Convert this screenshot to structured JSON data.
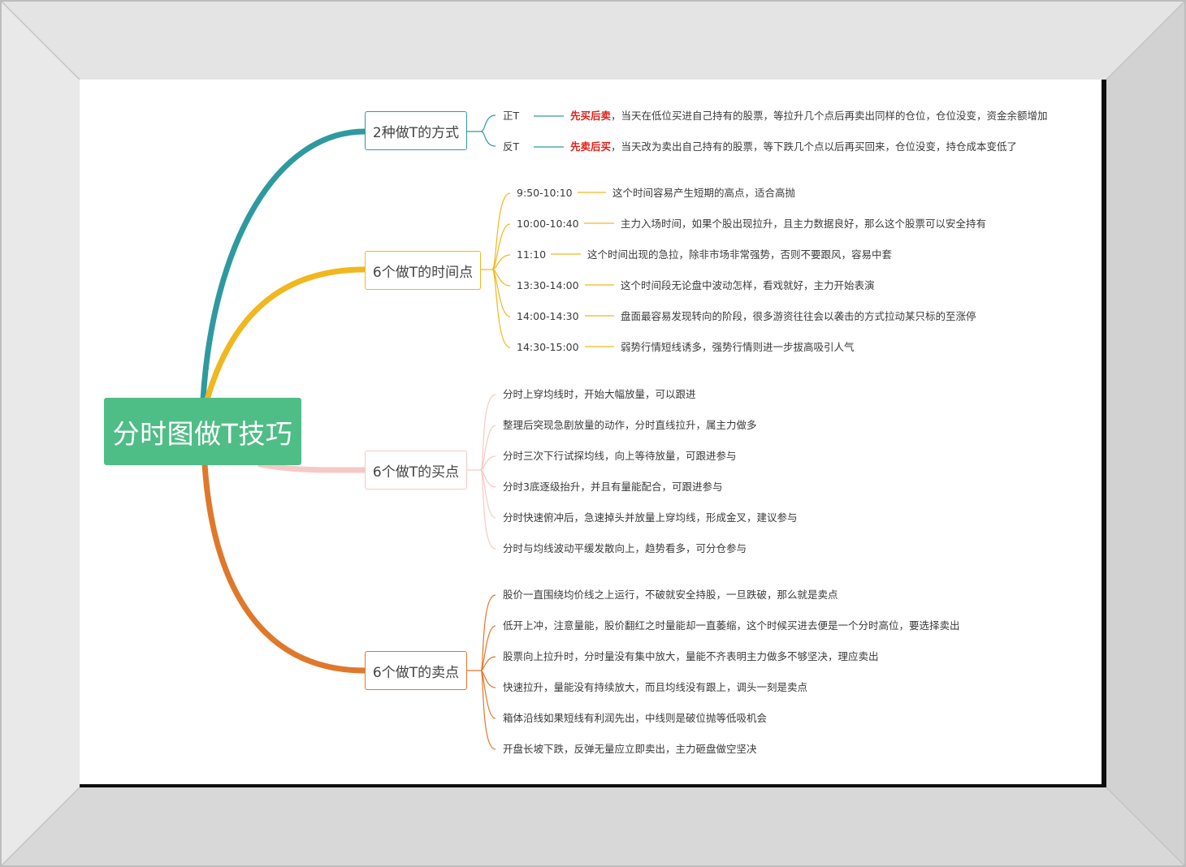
{
  "root": {
    "title": "分时图做T技巧"
  },
  "branches": {
    "methods": {
      "label": "2种做T的方式",
      "items": [
        {
          "label": "正T",
          "highlight": "先买后卖",
          "text": "，当天在低位买进自己持有的股票，等拉升几个点后再卖出同样的仓位，仓位没变，资金余额增加"
        },
        {
          "label": "反T",
          "highlight": "先卖后买",
          "text": "，当天改为卖出自己持有的股票，等下跌几个点以后再买回来，仓位没变，持仓成本变低了"
        }
      ]
    },
    "times": {
      "label": "6个做T的时间点",
      "items": [
        {
          "time": "9:50-10:10",
          "text": "这个时间容易产生短期的高点，适合高抛"
        },
        {
          "time": "10:00-10:40",
          "text": "主力入场时间，如果个股出现拉升，且主力数据良好，那么这个股票可以安全持有"
        },
        {
          "time": "11:10",
          "text": "这个时间出现的急拉，除非市场非常强势，否则不要跟风，容易中套"
        },
        {
          "time": "13:30-14:00",
          "text": "这个时间段无论盘中波动怎样，看戏就好，主力开始表演"
        },
        {
          "time": "14:00-14:30",
          "text": "盘面最容易发现转向的阶段，很多游资往往会以袭击的方式拉动某只标的至涨停"
        },
        {
          "time": "14:30-15:00",
          "text": "弱势行情短线诱多，强势行情则进一步拔高吸引人气"
        }
      ]
    },
    "buy": {
      "label": "6个做T的买点",
      "items": [
        "分时上穿均线时，开始大幅放量，可以跟进",
        "整理后突现急剧放量的动作，分时直线拉升，属主力做多",
        "分时三次下行试探均线，向上等待放量，可跟进参与",
        "分时3底逐级抬升，并且有量能配合，可跟进参与",
        "分时快速俯冲后，急速掉头并放量上穿均线，形成金叉，建议参与",
        "分时与均线波动平缓发散向上，趋势看多，可分仓参与"
      ]
    },
    "sell": {
      "label": "6个做T的卖点",
      "items": [
        "股价一直围绕均价线之上运行，不破就安全持股，一旦跌破，那么就是卖点",
        "低开上冲，注意量能，股价翻红之时量能却一直萎缩，这个时候买进去便是一个分时高位，要选择卖出",
        "股票向上拉升时，分时量没有集中放大，量能不齐表明主力做多不够坚决，理应卖出",
        "快速拉升，量能没有持续放大，而且均线没有跟上，调头一刻是卖点",
        "箱体沿线如果短线有利润先出，中线则是破位抛等低吸机会",
        "开盘长坡下跌，反弹无量应立即卖出，主力砸盘做空坚决"
      ]
    }
  },
  "colors": {
    "root": "#4fbd86",
    "methods": "#2e9aa0",
    "times": "#f0b71e",
    "buy": "#f6c9c6",
    "sell": "#e0782c",
    "highlight": "#e0201a",
    "frame": "#dcdcdc"
  }
}
